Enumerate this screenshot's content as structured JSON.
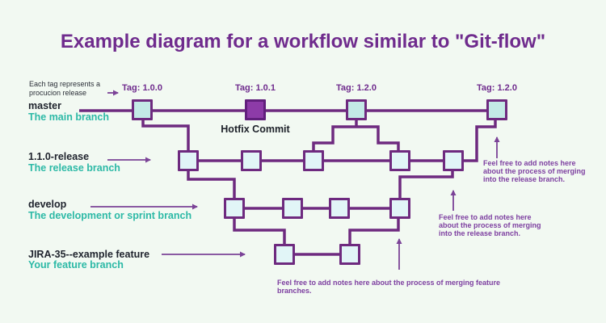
{
  "title": "Example diagram for a workflow similar to \"Git-flow\"",
  "annotation_note": {
    "l1": "Each tag represents a",
    "l2": "procucion release"
  },
  "lanes": {
    "master": {
      "name": "master",
      "desc": "The main branch"
    },
    "release": {
      "name": "1.1.0-release",
      "desc": "The release branch"
    },
    "develop": {
      "name": "develop",
      "desc": "The development or sprint branch"
    },
    "feature": {
      "name": "JIRA-35--example feature",
      "desc": "Your feature branch"
    }
  },
  "tags": {
    "t1": "Tag: 1.0.0",
    "t2": "Tag: 1.0.1",
    "t3": "Tag: 1.2.0",
    "t4": "Tag: 1.2.0"
  },
  "hotfix_label": "Hotfix Commit",
  "notes": {
    "release_merge_top": {
      "l1": "Feel free to add notes here",
      "l2": "about the process of merging",
      "l3": "into the release branch."
    },
    "release_merge_mid": {
      "l1": "Feel free to add notes here",
      "l2": "about the process of merging",
      "l3": "into the release branch."
    },
    "feature_merge": "Feel free to add notes here about the process of merging feature branches."
  },
  "colors": {
    "background": "#f2f9f2",
    "line": "#6e2a7f",
    "master_commit_fill": "#c3eae6",
    "commit_fill": "#e1f5f7",
    "hotfix_fill": "#8d3ba8",
    "title_text": "#6f2b8d",
    "note_text": "#7d3fa0",
    "teal_text": "#2cb9a6",
    "dark_text": "#20242e",
    "arrow": "#7b4397"
  }
}
